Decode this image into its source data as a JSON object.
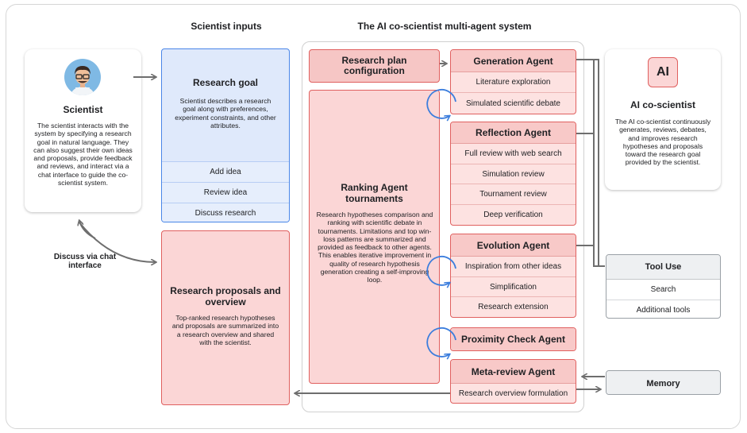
{
  "headers": {
    "scientist_inputs": "Scientist inputs",
    "system": "The AI co-scientist multi-agent system"
  },
  "scientist": {
    "title": "Scientist",
    "description": "The scientist interacts with the system by specifying a research goal in natural language. They can also suggest their own ideas and proposals, provide feedback and reviews, and interact via a chat interface to guide the co-scientist system."
  },
  "discuss_label": "Discuss via chat interface",
  "research_goal": {
    "title": "Research goal",
    "description": "Scientist describes a research goal along with preferences, experiment constraints, and other attributes.",
    "actions": [
      "Add idea",
      "Review idea",
      "Discuss research"
    ]
  },
  "proposals": {
    "title": "Research proposals and overview",
    "description": "Top-ranked research hypotheses and proposals are summarized into a research overview and shared with the scientist."
  },
  "plan_config": {
    "title": "Research plan configuration"
  },
  "ranking": {
    "title": "Ranking Agent tournaments",
    "description": "Research hypotheses comparison and ranking with scientific debate in tournaments. Limitations and top win-loss patterns are summarized and provided as feedback to other agents. This enables iterative improvement in quality of research hypothesis generation creating a self-improving loop."
  },
  "agents": {
    "generation": {
      "title": "Generation Agent",
      "items": [
        "Literature exploration",
        "Simulated scientific debate"
      ]
    },
    "reflection": {
      "title": "Reflection Agent",
      "items": [
        "Full review with web search",
        "Simulation review",
        "Tournament review",
        "Deep verification"
      ]
    },
    "evolution": {
      "title": "Evolution Agent",
      "items": [
        "Inspiration from other ideas",
        "Simplification",
        "Research extension"
      ]
    },
    "proximity": {
      "title": "Proximity Check Agent"
    },
    "meta": {
      "title": "Meta-review Agent",
      "items": [
        "Research overview formulation"
      ]
    }
  },
  "ai": {
    "logo": "AI",
    "title": "AI co-scientist",
    "description": "The AI co-scientist continuously generates, reviews, debates, and improves research hypotheses and proposals toward the research goal provided by the scientist."
  },
  "tool_use": {
    "title": "Tool Use",
    "items": [
      "Search",
      "Additional tools"
    ]
  },
  "memory": {
    "title": "Memory"
  },
  "colors": {
    "pink_border": "#e0605f",
    "pink_fill": "#fbd6d6",
    "blue_border": "#4a86e8",
    "blue_fill": "#dfe9fb",
    "loop_arrow": "#3b7ddd"
  },
  "icons": {
    "scientist": "scientist-avatar-icon"
  }
}
